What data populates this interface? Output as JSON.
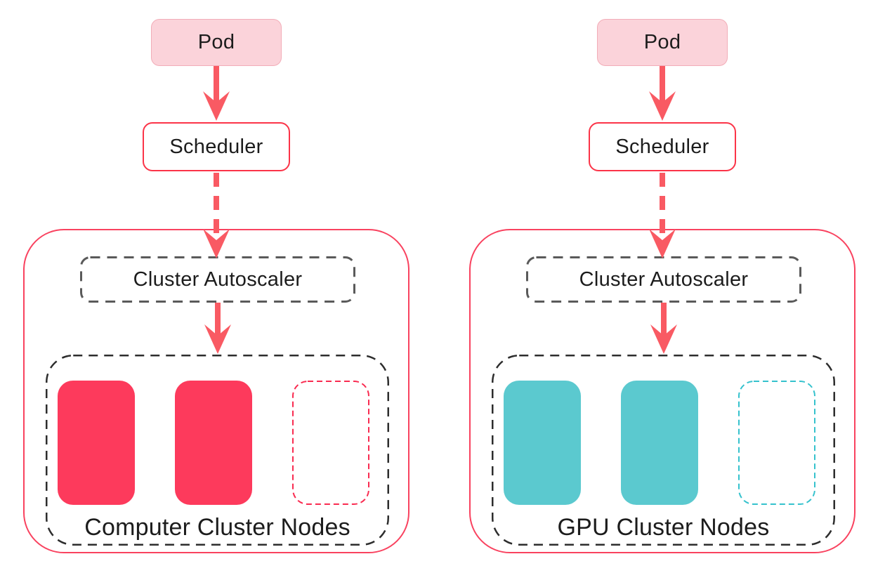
{
  "colors": {
    "background": "#FFFFFF",
    "text": "#1C1C1C",
    "arrow": "#F95A63",
    "outer-border": "#F9425F",
    "pod-fill": "#FBD3DA",
    "pod-border": "#F2ADB8",
    "scheduler-border": "#FB3448",
    "autoscaler-border": "#5A5A5A",
    "node-group-border": "#2D2D2D"
  },
  "columns": [
    {
      "pod_label": "Pod",
      "scheduler_label": "Scheduler",
      "autoscaler_label": "Cluster Autoscaler",
      "nodes_label": "Computer Cluster Nodes",
      "node_fill": "#FD3A5C",
      "pending_border": "#F92B50",
      "active_node_count": 2,
      "pending_node_count": 1
    },
    {
      "pod_label": "Pod",
      "scheduler_label": "Scheduler",
      "autoscaler_label": "Cluster Autoscaler",
      "nodes_label": "GPU Cluster Nodes",
      "node_fill": "#5BC9CF",
      "pending_border": "#35C2CD",
      "active_node_count": 2,
      "pending_node_count": 1
    }
  ]
}
